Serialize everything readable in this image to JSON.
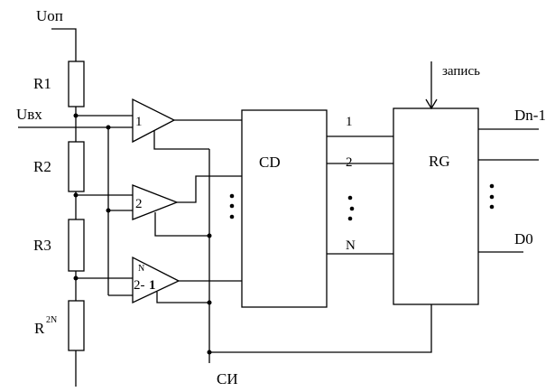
{
  "diagram": {
    "supply_label": "Uоп",
    "input_label": "Uвх",
    "resistors": [
      {
        "label": "R1",
        "sup": ""
      },
      {
        "label": "R2",
        "sup": ""
      },
      {
        "label": "R3",
        "sup": ""
      },
      {
        "label": "R",
        "sup": "2N"
      }
    ],
    "comparators": [
      {
        "label": "1",
        "sup": "",
        "bold": ""
      },
      {
        "label": "2",
        "sup": "",
        "bold": ""
      },
      {
        "label": "2-",
        "sup": "N",
        "bold": "1"
      }
    ],
    "encoder_label": "CD",
    "encoder_outputs": [
      "1",
      "2",
      "N"
    ],
    "register_label": "RG",
    "write_label": "запись",
    "outputs": {
      "top": "Dn-1",
      "bottom": "D0"
    },
    "clock_label": "СИ"
  }
}
